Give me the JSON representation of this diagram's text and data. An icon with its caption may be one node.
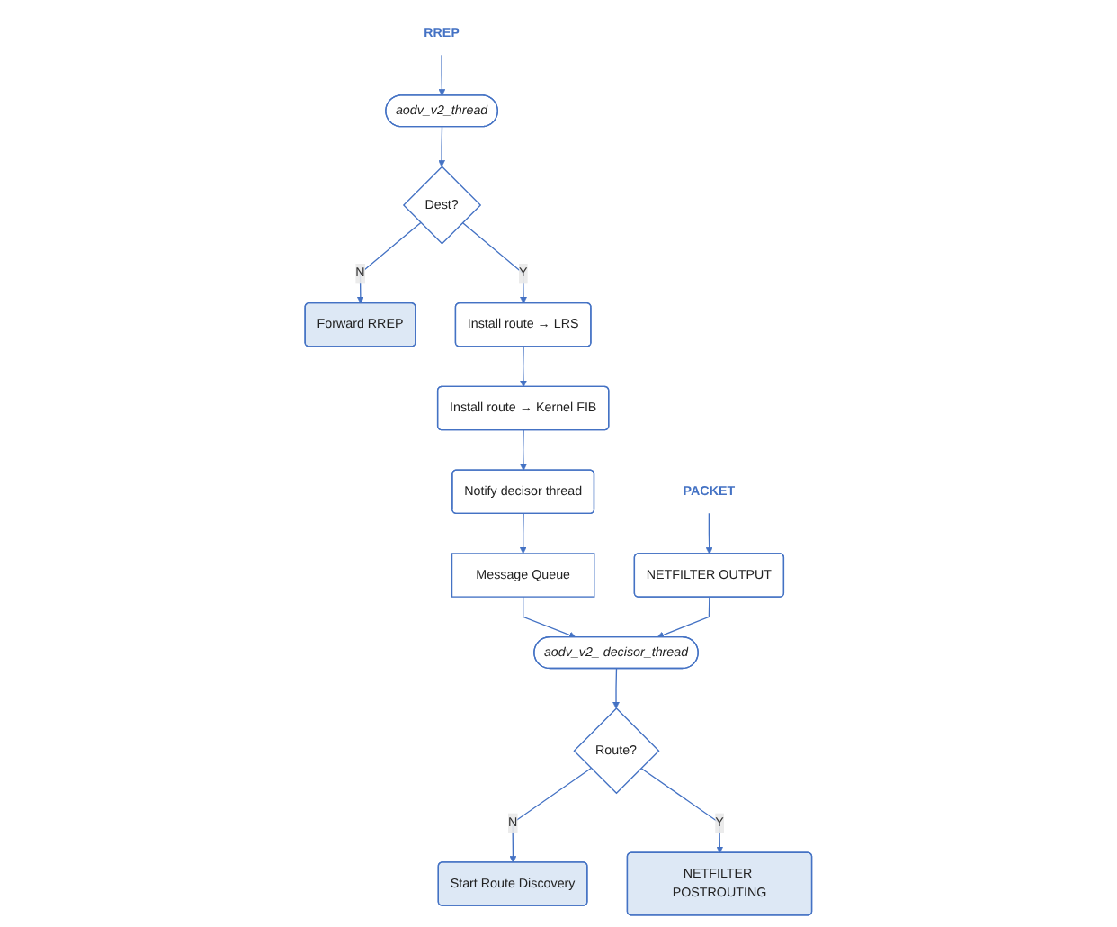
{
  "diagram": {
    "nodes": [
      {
        "text": [
          "RREP"
        ]
      },
      {
        "text": [
          "aodv_v2_thread"
        ]
      },
      {
        "text": [
          "Dest?"
        ]
      },
      {
        "text": [
          "Forward RREP"
        ]
      },
      {
        "text": [
          "Install route → LRS"
        ]
      },
      {
        "text": [
          "Install route → Kernel FIB"
        ]
      },
      {
        "text": [
          "Notify decisor thread"
        ]
      },
      {
        "text": [
          "Message Queue"
        ]
      },
      {
        "text": [
          "PACKET"
        ]
      },
      {
        "text": [
          "NETFILTER OUTPUT"
        ]
      },
      {
        "text": [
          "aodv_v2_ decisor_thread"
        ]
      },
      {
        "text": [
          "Route?"
        ]
      },
      {
        "text": [
          "Start Route Discovery"
        ]
      },
      {
        "text": [
          "NETFILTER POSTROUTING"
        ]
      }
    ],
    "edges": [
      {
        "from": 0,
        "to": 1,
        "arrow": "to"
      },
      {
        "from": 1,
        "to": 2,
        "arrow": "to"
      },
      {
        "from": 2,
        "to": 3,
        "arrow": "to",
        "label": "N"
      },
      {
        "from": 2,
        "to": 4,
        "arrow": "to",
        "label": "Y"
      },
      {
        "from": 4,
        "to": 5,
        "arrow": "to"
      },
      {
        "from": 5,
        "to": 6,
        "arrow": "to"
      },
      {
        "from": 6,
        "to": 7,
        "arrow": "to"
      },
      {
        "from": 7,
        "to": 10,
        "arrow": "to"
      },
      {
        "from": 8,
        "to": 9,
        "arrow": "to"
      },
      {
        "from": 9,
        "to": 10,
        "arrow": "to"
      },
      {
        "from": 10,
        "to": 11,
        "arrow": "to"
      },
      {
        "from": 11,
        "to": 12,
        "arrow": "to",
        "label": "N"
      },
      {
        "from": 11,
        "to": 13,
        "arrow": "to",
        "label": "Y"
      }
    ]
  }
}
